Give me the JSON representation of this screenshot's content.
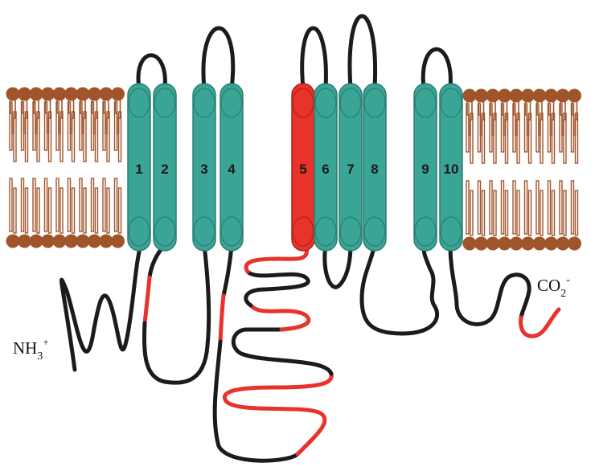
{
  "colors": {
    "membrane": "#a0542a",
    "helix": "#3aa596",
    "helix_outline": "#2a7f72",
    "highlight_helix": "#e8322a",
    "loop": "#1b1b1b",
    "loop_highlight": "#e8322a",
    "background": "#ffffff"
  },
  "helices": [
    {
      "label": "1",
      "highlighted": false
    },
    {
      "label": "2",
      "highlighted": false
    },
    {
      "label": "3",
      "highlighted": false
    },
    {
      "label": "4",
      "highlighted": false
    },
    {
      "label": "5",
      "highlighted": true
    },
    {
      "label": "6",
      "highlighted": false
    },
    {
      "label": "7",
      "highlighted": false
    },
    {
      "label": "8",
      "highlighted": false
    },
    {
      "label": "9",
      "highlighted": false
    },
    {
      "label": "10",
      "highlighted": false
    }
  ],
  "n_terminus": {
    "base": "NH",
    "sub": "3",
    "sup": "+"
  },
  "c_terminus": {
    "base": "CO",
    "sub": "2",
    "sup": "-"
  }
}
